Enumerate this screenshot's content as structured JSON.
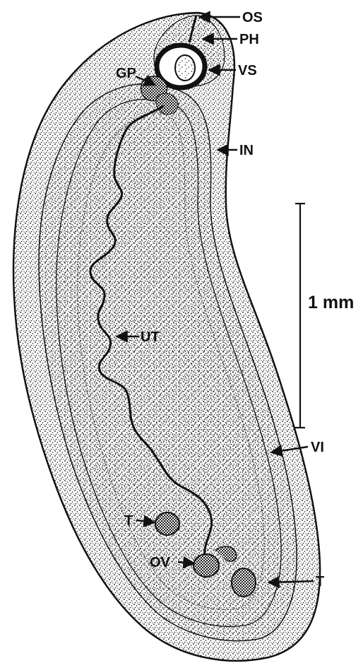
{
  "labels": {
    "os": "OS",
    "ph": "PH",
    "vs": "VS",
    "gp": "GP",
    "in": "IN",
    "ut": "UT",
    "vi": "VI",
    "t_left": "T",
    "ov": "OV",
    "t_right": "T"
  },
  "scale_bar": {
    "label": "1 mm"
  },
  "colors": {
    "ink": "#111111",
    "paper": "#ffffff"
  }
}
